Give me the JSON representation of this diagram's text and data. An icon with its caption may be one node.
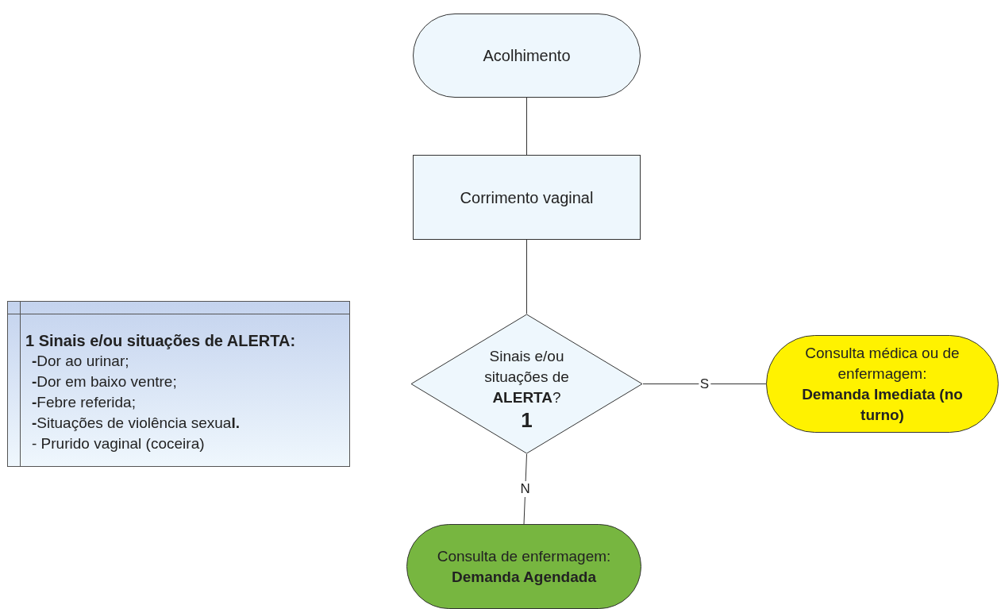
{
  "diagram": {
    "nodes": [
      {
        "text": [
          "Acolhimento"
        ]
      },
      {
        "text": [
          "Corrimento vaginal"
        ]
      },
      {
        "text": [
          "Sinais e/ou situações de **ALERTA**?",
          "1"
        ]
      },
      {
        "text": [
          "Consulta médica ou de enfermagem:",
          "Demanda Imediata (no turno)"
        ]
      },
      {
        "text": [
          "Consulta de enfermagem:",
          "Demanda Agendada"
        ]
      },
      {
        "text": [
          "1 Sinais e/ou situações de ALERTA:",
          "**-**Dor ao urinar;",
          "**-**Dor em baixo ventre;",
          "**-**Febre referida;",
          "**-**Situações de violência sexua**l.**",
          "- Prurido vaginal (coceira)"
        ]
      }
    ],
    "edges": [
      {
        "from": 0,
        "to": 1,
        "arrow": "none"
      },
      {
        "from": 1,
        "to": 2,
        "arrow": "none"
      },
      {
        "from": 2,
        "to": 3,
        "arrow": "none",
        "label": "S"
      },
      {
        "from": 2,
        "to": 4,
        "arrow": "none",
        "label": "N"
      }
    ]
  }
}
